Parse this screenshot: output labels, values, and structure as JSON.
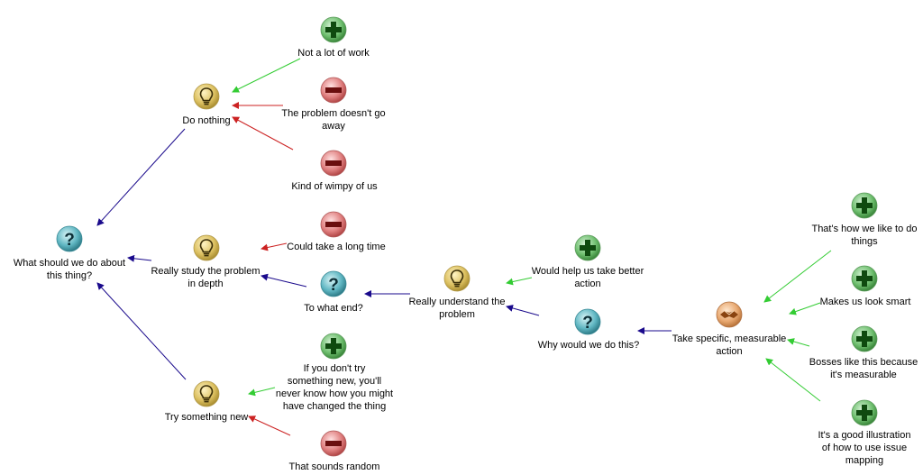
{
  "colors": {
    "edge_pro": "#33cc33",
    "edge_con": "#cc2222",
    "edge_default": "#1a0a8c",
    "pro_icon": "#3a8a3a",
    "con_icon": "#c84a4a",
    "question_icon": "#2d8d9a",
    "idea_icon": "#d0b048",
    "decision_icon": "#c97a3a"
  },
  "nodes": {
    "q_main": {
      "type": "question",
      "label": "What should we do about\nthis thing?"
    },
    "i_do_nothing": {
      "type": "idea",
      "label": "Do nothing"
    },
    "p_not_work": {
      "type": "pro",
      "label": "Not a lot of work"
    },
    "c_problem": {
      "type": "con",
      "label": "The problem doesn't go\naway"
    },
    "c_wimpy": {
      "type": "con",
      "label": "Kind of wimpy of us"
    },
    "i_study": {
      "type": "idea",
      "label": "Really study the problem\nin depth"
    },
    "c_long": {
      "type": "con",
      "label": "Could take a long time"
    },
    "q_end": {
      "type": "question",
      "label": "To what end?"
    },
    "i_understand": {
      "type": "idea",
      "label": "Really understand the\nproblem"
    },
    "p_better": {
      "type": "pro",
      "label": "Would help us take better\naction"
    },
    "q_why": {
      "type": "question",
      "label": "Why would we do this?"
    },
    "d_action": {
      "type": "decision",
      "label": "Take specific, measurable\naction"
    },
    "p_how": {
      "type": "pro",
      "label": "That's how we like to do\nthings"
    },
    "p_smart": {
      "type": "pro",
      "label": "Makes us look smart"
    },
    "p_bosses": {
      "type": "pro",
      "label": "Bosses like this because\nit's measurable"
    },
    "p_illus": {
      "type": "pro",
      "label": "It's a good illustration\nof how to use issue\nmapping"
    },
    "i_try": {
      "type": "idea",
      "label": "Try something new"
    },
    "p_try": {
      "type": "pro",
      "label": "If you don't try\nsomething new, you'll\nnever know how you might\nhave changed the thing"
    },
    "c_random": {
      "type": "con",
      "label": "That sounds random"
    }
  }
}
